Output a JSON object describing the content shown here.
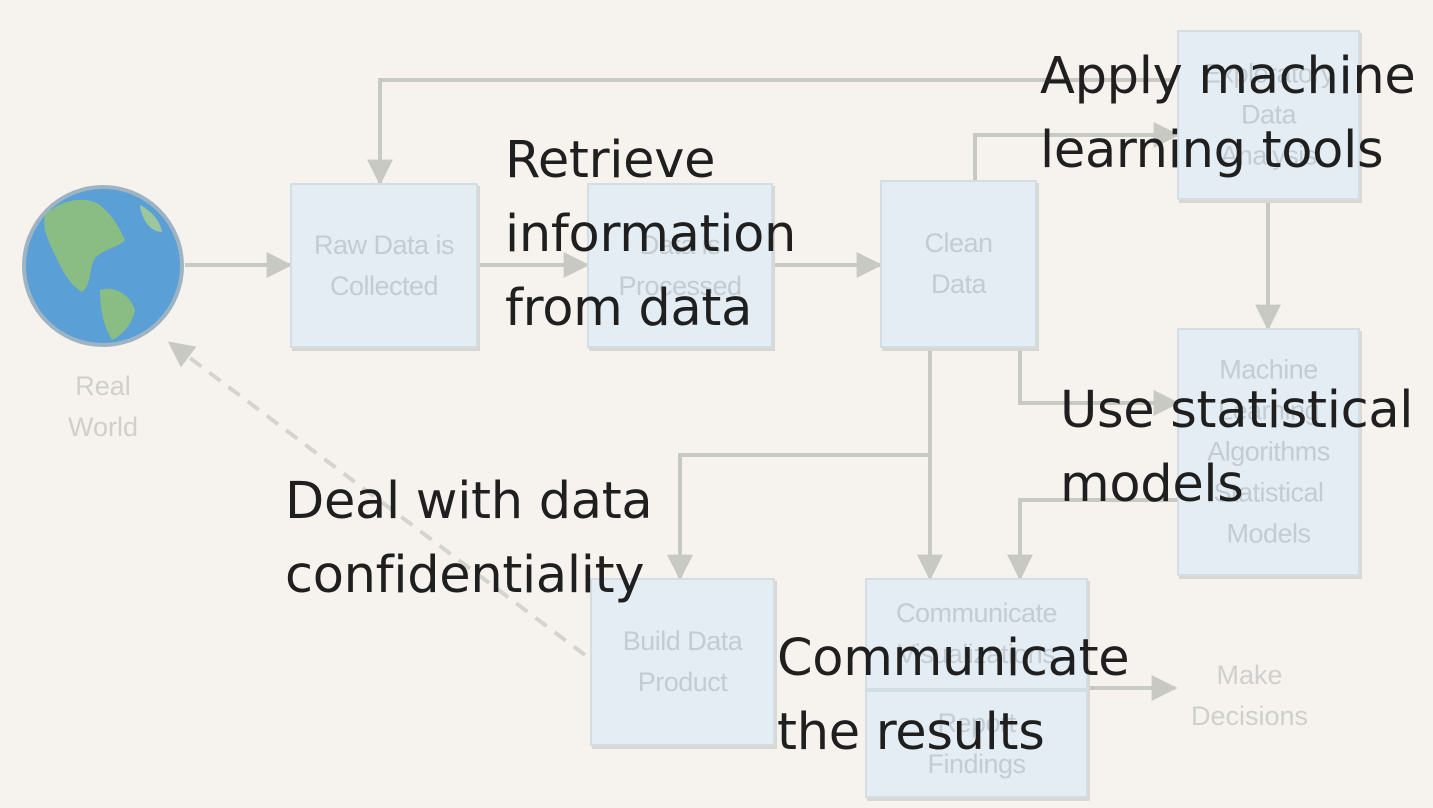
{
  "diagram": {
    "nodes": {
      "real_world": "Real\nWorld",
      "raw_data": "Raw Data is\nCollected",
      "processed": "Data is\nProcessed",
      "clean": "Clean\nData",
      "exploratory": "Exploratory\nData\nAnalysis",
      "ml": "Machine\nLearning\nAlgorithms\nStatistical\nModels",
      "build": "Build Data\nProduct",
      "communicate": "Communicate\nVisualizations",
      "report": "Report\nFindings",
      "decisions": "Make\nDecisions"
    },
    "annotations": {
      "retrieve": "Retrieve\ninformation\nfrom data",
      "apply": "Apply machine\nlearning tools",
      "statistical": "Use statistical\nmodels",
      "confidentiality": "Deal with data\nconfidentiality",
      "communicate": "Communicate\nthe results"
    },
    "colors": {
      "box_fill": "#e4edf3",
      "arrow": "#c9c9c4",
      "ocean": "#5aa0d6",
      "land": "#8fc07a"
    }
  }
}
